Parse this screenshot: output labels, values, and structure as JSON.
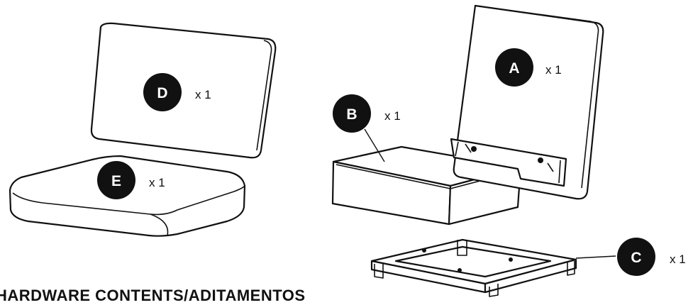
{
  "heading": "HARDWARE CONTENTS/ADITAMENTOS",
  "colors": {
    "line": "#111111",
    "badge": "#111111",
    "badge_text": "#ffffff",
    "background": "#ffffff"
  },
  "parts": [
    {
      "letter": "A",
      "quantity": "x 1"
    },
    {
      "letter": "B",
      "quantity": "x 1"
    },
    {
      "letter": "C",
      "quantity": "x 1"
    },
    {
      "letter": "D",
      "quantity": "x 1"
    },
    {
      "letter": "E",
      "quantity": "x 1"
    }
  ]
}
